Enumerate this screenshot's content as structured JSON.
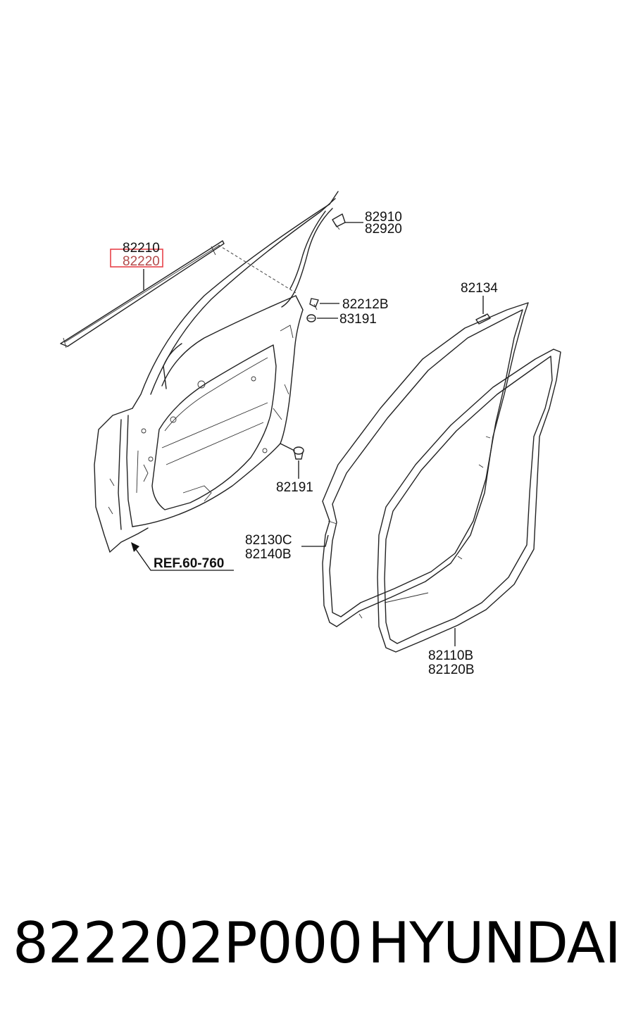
{
  "callouts": {
    "c82210": "82210",
    "c82220": "82220",
    "c82910": "82910",
    "c82920": "82920",
    "c82212B": "82212B",
    "c83191": "83191",
    "c82134": "82134",
    "c82191": "82191",
    "c82130C": "82130C",
    "c82140B": "82140B",
    "c82110B": "82110B",
    "c82120B": "82120B",
    "ref": "REF.60-760"
  },
  "highlight_color": "#e8434a",
  "footer": {
    "part_number": "822202P000",
    "brand": "HYUNDAI"
  }
}
